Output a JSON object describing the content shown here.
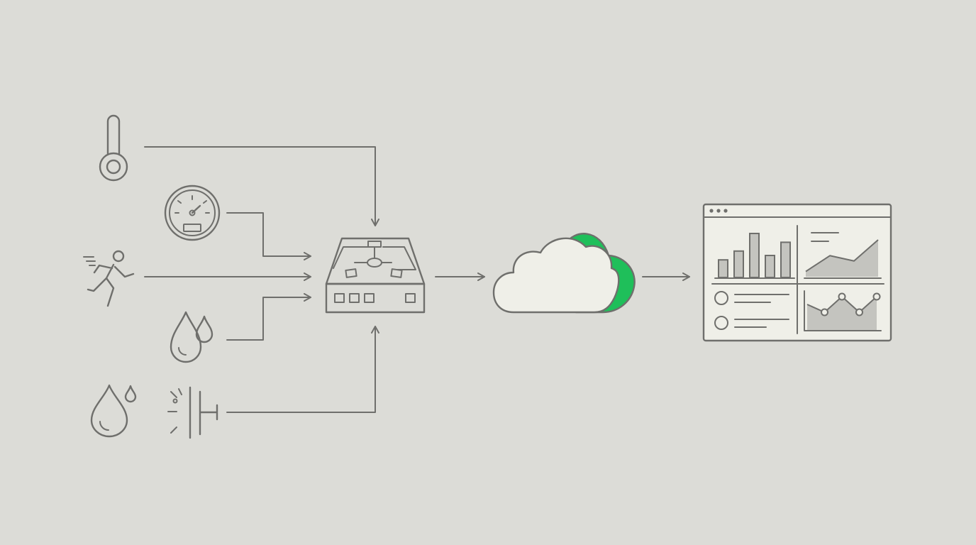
{
  "diagram": {
    "palette": {
      "background": "#dcdcd7",
      "line": "#6f6f6c",
      "accent": "#1fbf5a",
      "panel": "#efefe8",
      "chart_fill": "#c4c4bf"
    },
    "nodes": [
      {
        "id": "temperature-sensor",
        "icon": "thermometer-icon"
      },
      {
        "id": "pressure-sensor",
        "icon": "gauge-icon"
      },
      {
        "id": "motion-sensor",
        "icon": "running-person-icon"
      },
      {
        "id": "humidity-sensor",
        "icon": "water-drops-icon"
      },
      {
        "id": "moisture-sensor",
        "icon": "drop-icon"
      },
      {
        "id": "vibration-sensor",
        "icon": "vibration-icon"
      },
      {
        "id": "edge-gateway",
        "icon": "gateway-device-icon"
      },
      {
        "id": "cloud",
        "icon": "cloud-icon"
      },
      {
        "id": "dashboard",
        "icon": "dashboard-window-icon"
      }
    ],
    "edges": [
      {
        "from": "temperature-sensor",
        "to": "edge-gateway"
      },
      {
        "from": "pressure-sensor",
        "to": "edge-gateway"
      },
      {
        "from": "motion-sensor",
        "to": "edge-gateway"
      },
      {
        "from": "humidity-sensor",
        "to": "edge-gateway"
      },
      {
        "from": "vibration-sensor",
        "to": "edge-gateway"
      },
      {
        "from": "edge-gateway",
        "to": "cloud"
      },
      {
        "from": "cloud",
        "to": "dashboard"
      }
    ],
    "dashboard_bar_chart": {
      "type": "bar",
      "values": [
        4,
        6,
        10,
        5,
        8
      ]
    },
    "dashboard_area_chart": {
      "type": "area",
      "values": [
        1,
        4,
        3,
        7
      ]
    },
    "dashboard_line_chart": {
      "type": "line",
      "values": [
        3,
        2,
        4,
        2,
        4
      ]
    }
  }
}
